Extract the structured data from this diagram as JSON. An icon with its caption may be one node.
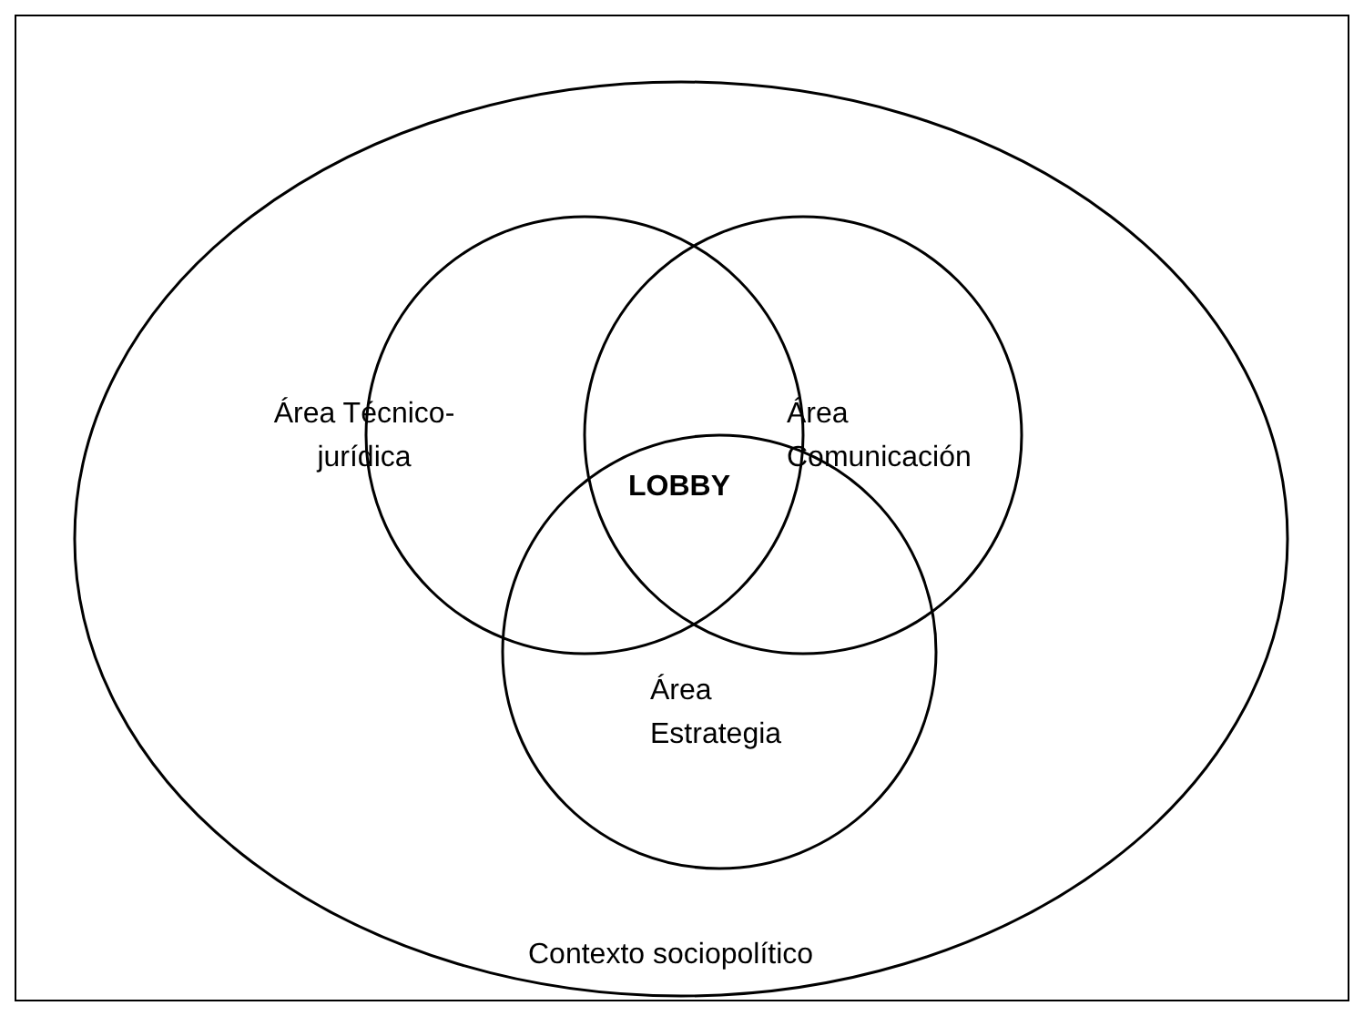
{
  "diagram": {
    "nodes": [
      {
        "text": [
          "Contexto sociopolítico"
        ]
      },
      {
        "text": [
          "Área Técnico-jurídica"
        ],
        "in": 0
      },
      {
        "text": [
          "Área Comunicación"
        ],
        "in": 0
      },
      {
        "text": [
          "Área Estrategia"
        ],
        "in": 0
      }
    ],
    "labels": [
      "LOBBY"
    ]
  }
}
